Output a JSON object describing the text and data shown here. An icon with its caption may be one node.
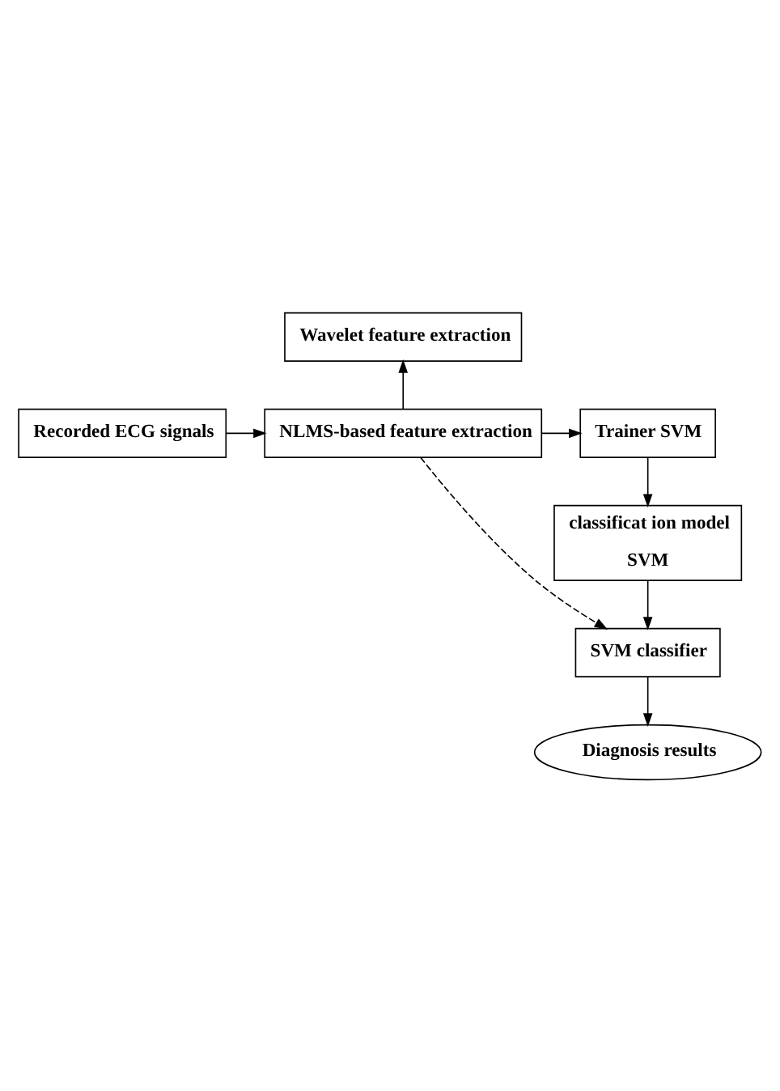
{
  "diagram": {
    "nodes": [
      {
        "text": [
          "Wavelet feature extraction"
        ]
      },
      {
        "text": [
          "Recorded ECG signals"
        ]
      },
      {
        "text": [
          "NLMS-based feature extraction"
        ]
      },
      {
        "text": [
          "Trainer SVM"
        ]
      },
      {
        "text": [
          "classificat ion model",
          "SVM"
        ]
      },
      {
        "text": [
          "SVM classifier"
        ]
      },
      {
        "text": [
          "Diagnosis results"
        ]
      }
    ],
    "edges": [
      {
        "from": 1,
        "to": 2,
        "arrow": "to"
      },
      {
        "from": 2,
        "to": 0,
        "arrow": "to"
      },
      {
        "from": 2,
        "to": 3,
        "arrow": "to"
      },
      {
        "from": 3,
        "to": 4,
        "arrow": "to"
      },
      {
        "from": 4,
        "to": 5,
        "arrow": "to"
      },
      {
        "from": 2,
        "to": 5,
        "arrow": "to",
        "style": "dashed"
      },
      {
        "from": 5,
        "to": 6,
        "arrow": "to"
      }
    ]
  }
}
